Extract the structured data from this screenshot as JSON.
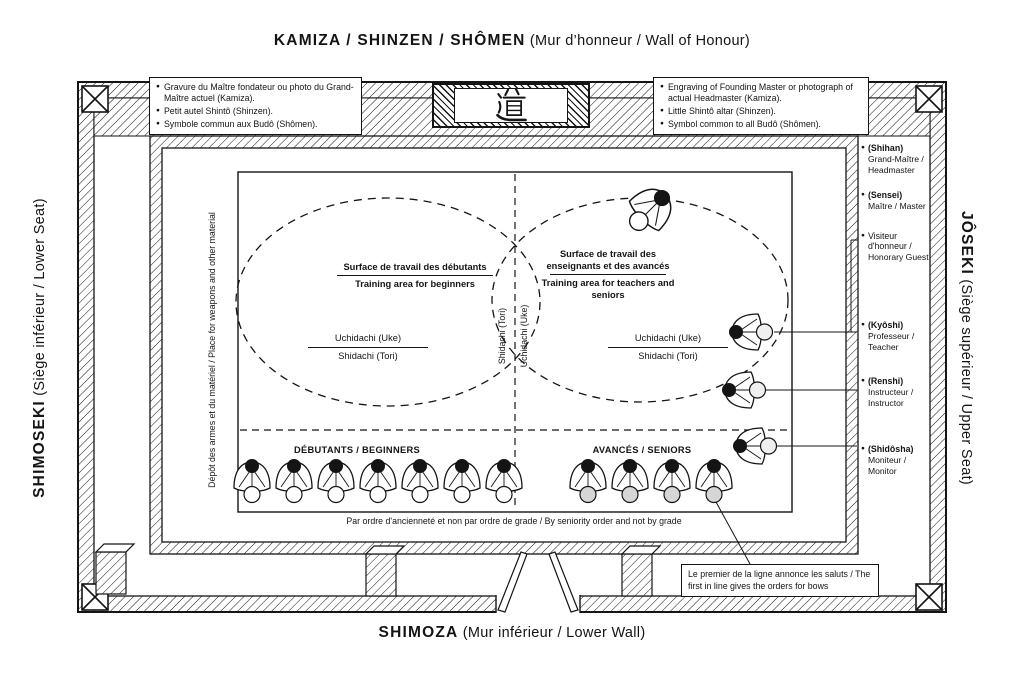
{
  "colors": {
    "ink": "#141414",
    "paper": "#ffffff",
    "figure_gray": "#d6d6d6"
  },
  "walls": {
    "top_bold": "KAMIZA / SHINZEN / SHÔMEN",
    "top_rest": "(Mur d’honneur / Wall of Honour)",
    "bottom_bold": "SHIMOZA",
    "bottom_rest": "(Mur inférieur / Lower Wall)",
    "left_bold": "SHIMOSEKI",
    "left_rest": "(Siège inférieur / Lower Seat)",
    "right_bold": "JÔSEKI",
    "right_rest": "(Siège supérieur / Upper Seat)"
  },
  "kamiza_sign": {
    "kanji": "道"
  },
  "callout_french": {
    "items": [
      "Gravure du Maître fondateur ou photo du Grand-Maître actuel (Kamiza).",
      "Petit autel Shintô (Shinzen).",
      "Symbole commun aux Budô (Shômen)."
    ]
  },
  "callout_english": {
    "items": [
      "Engraving of Founding Master or photograph of actual Headmaster (Kamiza).",
      "Little Shintô altar (Shinzen).",
      "Symbol common to all Budô (Shômen)."
    ]
  },
  "legend": {
    "items": [
      {
        "title": "(Shihan)",
        "sub": "Grand-Maître / Headmaster"
      },
      {
        "title": "(Sensei)",
        "sub": "Maître / Master"
      },
      {
        "title": "Visiteur d'honneur /",
        "sub": "Honorary Guest"
      },
      {
        "title": "(Kyôshi)",
        "sub": "Professeur / Teacher"
      },
      {
        "title": "(Renshi)",
        "sub": "Instructeur / Instructor"
      },
      {
        "title": "(Shidôsha)",
        "sub": "Moniteur / Monitor"
      }
    ]
  },
  "training": {
    "left_area_fr": "Surface de travail des débutants",
    "left_area_en": "Training area for beginners",
    "right_area_fr": "Surface de travail des enseignants et des avancés",
    "right_area_en": "Training area for teachers and seniors",
    "uchidachi": "Uchidachi (Uke)",
    "shidachi": "Shidachi (Tori)",
    "center_vertical_left": "Shidachi (Tori)",
    "center_vertical_right": "Uchidachi (Uke)",
    "weapons_note": "Dépôt des armes et du matériel / Place for weapons and other material",
    "beginners_row_label": "DÉBUTANTS / BEGINNERS",
    "seniors_row_label": "AVANCÉS / SENIORS",
    "seniority_note": "Par ordre d'ancienneté et non par ordre de grade / By seniority order and not by grade",
    "bow_note": "Le premier de la ligne annonce les saluts / The first in line gives the orders for bows"
  },
  "figures": {
    "beginners_count": 7,
    "seniors_count": 4,
    "assistants_count": 3,
    "teacher_count": 1
  }
}
